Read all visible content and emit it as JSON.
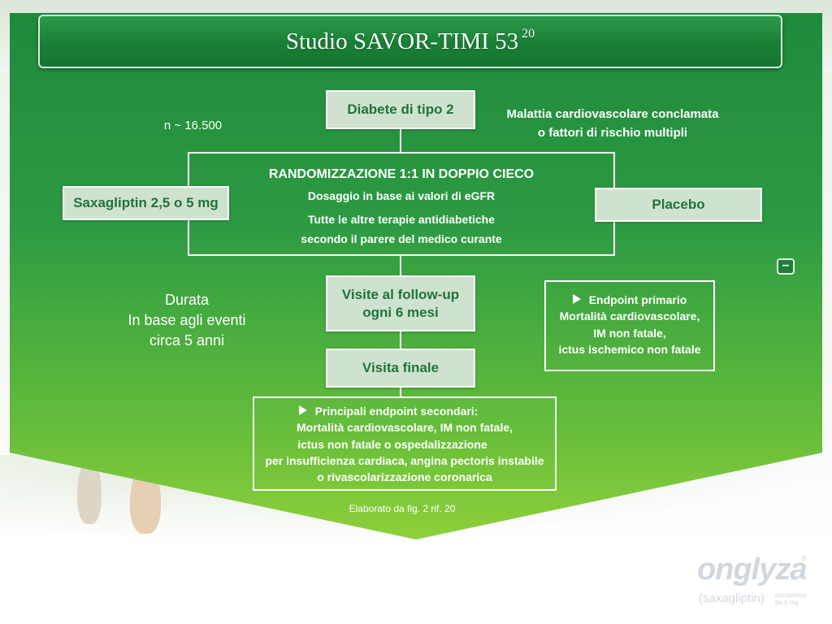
{
  "title": {
    "text": "Studio SAVOR-TIMI 53",
    "ref": "20"
  },
  "n_label": "n ~ 16.500",
  "population": "Diabete di tipo 2",
  "criteria": {
    "line1": "Malattia cardiovascolare conclamata",
    "line2": "o fattori di rischio multipli"
  },
  "randomization": {
    "title": "RANDOMIZZAZIONE 1:1 IN DOPPIO CIECO",
    "dosing": "Dosaggio in base ai  valori di  eGFR",
    "therapy_line1": "Tutte le altre terapie antidiabetiche",
    "therapy_line2": "secondo il parere del medico curante"
  },
  "arm_left": "Saxagliptin 2,5 o 5 mg",
  "arm_right": "Placebo",
  "followup": {
    "line1": "Visite al follow-up",
    "line2": "ogni 6 mesi"
  },
  "final_visit": "Visita finale",
  "duration": {
    "line1": "Durata",
    "line2": "In base agli eventi",
    "line3": "circa 5 anni"
  },
  "primary_endpoint": {
    "title": "Endpoint primario",
    "line1": "Mortalità cardiovascolare,",
    "line2": "IM non fatale,",
    "line3": "ictus ischemico non fatale"
  },
  "secondary_endpoints": {
    "title": "Principali endpoint secondari:",
    "line1": "Mortalità cardiovascolare, IM non fatale,",
    "line2": "ictus non fatale o ospedalizzazione",
    "line3": "per insufficienza cardiaca, angina pectoris instabile",
    "line4": "o rivascolarizzazione coronarica"
  },
  "source": "Elaborato da fig. 2 rif. 20",
  "collapse_button": "–",
  "logo": {
    "name": "onglyza",
    "reg": "®",
    "generic": "(saxagliptin)",
    "dose_line1": "compresse",
    "dose_line2": "da 5 mg"
  },
  "colors": {
    "green_dark": "#1a7f36",
    "green_light": "#8ed03a",
    "box_fill": "#cfe2cf",
    "box_text": "#20743a"
  },
  "icons": {
    "bullet": "triangle-right-icon",
    "collapse": "minus-icon"
  }
}
